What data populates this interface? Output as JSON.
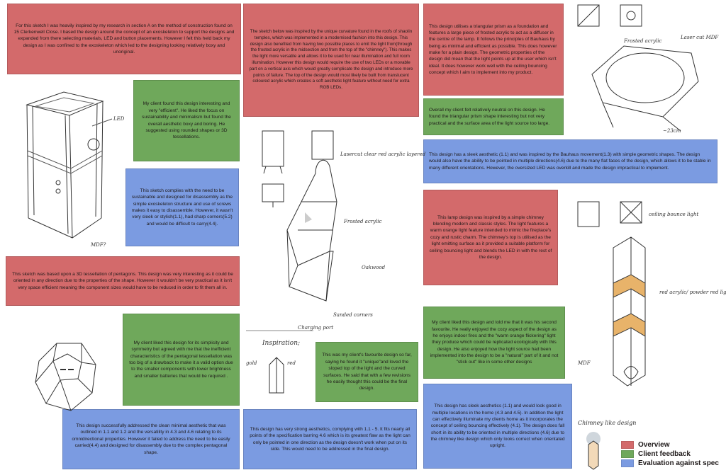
{
  "boxes": {
    "overview_exoskeleton": "For this sketch I was heavily inspired by my research in section A on the method of construction found on 15 Clerkenwell Close. I based the design around the concept of an exoskeleton to support the designs and expanded from there selecting materials, LED and button placements. However I felt this held back my design as I was confined to the exoskeleton which led to the designing looking relatively boxy and unoriginal.",
    "overview_shaolin": "The sketch below was inspired by the unique curvature found in the roofs of shaolin temples, which was implemented in a modernised fashion into this design. This design also benefited from having two possible places to emit the light from(through the frosted acrylic in the midsection and from the top of the \"chimney\"). This makes the light more versatile and allows it to be used for near illumination and full room illumination. However this design would require the use of two LEDs or a movable part on a vertical axis which would greatly complicate the design and introduce more points of failure. The top of the design would most likely be built from translucent coloured acrylic which creates a soft aesthetic light feature without need for extra RGB LEDs.",
    "overview_prism": "This design utilises a triangular prism as a foundation and features a large piece of frosted acrylic to act as a diffuser in the centre of the lamp. It follows the principles of Bauhaus by being as minimal and efficient as possible. This does however make for a plain design. The geometric properties of the design did mean that the light points up at the user which isn't ideal. It does however work well with the ceiling bouncing concept which I aim to implement into my product.",
    "feedback_prism": "Overall my client felt relatively neutral on this design. He found the triangular prism shape interesting but not very practical and the surface area of the light source too large.",
    "feedback_exoskeleton": "My client found this design interesting and very \"efficient\". He liked the focus on sustainability and minimalism but found the overall aesthetic boxy and boring. He suggested using rounded shapes or 3D tessellations.",
    "eval_exoskeleton": "This sketch complies with the need to be sustainable and designed for disassembly as the simple exoskeleton structure and use of screws makes it easy to disassemble. However, it wasn't very sleek or stylish(1.1), had sharp corners(5.2) and would be difficult to carry(4.4).",
    "eval_prism": "This design has a sleek aesthetic (1.1) and was inspired by the Bauhaus movement(1.3) with simple geometric shapes. The design would also have the ability to be pointed in multiple directions(4.6) due to the many flat faces of the design, which allows it to be stable in many different orientations. However, the oversized LED was overkill and made the design impractical to implement.",
    "overview_chimney": "This lamp design was inspired by a simple chimney blending modern and classic styles. The light features a warm orange light feature intended to mimic the fireplace's cozy and rustic charm. The chimney's top is utilised as the light emitting surface as it provided a suitable platform for ceiling bouncing light and blends the LED in with the rest of the design.",
    "feedback_chimney": "My client liked this design and told me that it was his second favourite. He really enjoyed the cozy aspect of the design as he enjoys indoor fires and the \"warm orange flickering\" light they produce which could be replicated ecologically with this design. He also enjoyed how the light source had been implemented into the design to be a \"natural\" part of it and not \"stick out\" like in some other designs",
    "eval_chimney": "This design has sleek aesthetics (1.1) and would look good in multiple locations in the home (4.3 and 4.5). In addition the light can effectively illuminate my clients home as it incorporates the concept of ceiling bouncing effectively (4.1). The design does fall short in its ability to be oriented in multiple directions (4.6) due to the chimney like design which only looks correct when orientated upright.",
    "overview_pentagon": "This sketch was based upon a 3D tessellation of pentagons. This design was very interesting as it could be oriented in any direction due to the properties of the shape. However it wouldn't be very practical as it isn't very space efficient meaning the component sizes would have to be reduced in order to fit them all in.",
    "feedback_pentagon": "My client liked this design for its simplicity and symmetry but agreed with me that the inefficient characteristics of the pentagonal tessellation was too big of a drawback to make it a valid option due to the smaller components with lower brightness and smaller batteries that would be required .",
    "eval_pentagon": "This design successfully addressed the clean minimal aesthetic that was outlined in 1.1 and 1.2 and the versatility in 4.3 and 4.6 relating to its omnidirectional properties. However it failed to address the need to be easily carried(4.4) and designed for disassembly due to the complex pentagonal shape.",
    "feedback_shaolin": "This was my client's favourite design so far, saying he found it \"unique\"and loved the sloped top of the light and the curved surfaces. He said that with a few revisions he easily thought this could be the final design.",
    "eval_shaolin": "This design has very strong aesthetics, complying with 1.1 - 5. It fits nearly all points of the specification barring 4.6 which is its greatest flaw as the light can only be pointed in one direction as the design doesn't work when put on its side. This would need to be addressed in the final design."
  },
  "annotations": {
    "exo_led": "LED",
    "exo_mdf": "MDF?",
    "shaolin_top": "Lasercut clear red acrylic layered",
    "shaolin_frosted": "Frosted acrylic",
    "shaolin_oak": "Oakwood",
    "shaolin_corners": "Sanded corners",
    "shaolin_port": "Charging port",
    "inspiration_title": "Inspiration;",
    "inspiration_gold": "gold",
    "inspiration_red": "red",
    "prism_frosted": "Frosted acrylic",
    "prism_mdf": "Laser cut MDF",
    "prism_size": "~23cm",
    "chimney_top": "ceiling bounce light",
    "chimney_acrylic": "red acrylic/ powder red light",
    "chimney_mdf": "MDF",
    "chimney_small_label": "Chimney like design"
  },
  "legend": [
    {
      "label": "Overview",
      "color": "#d36a6b"
    },
    {
      "label": "Client feedback",
      "color": "#6fa85b"
    },
    {
      "label": "Evaluation against spec",
      "color": "#7b9be1"
    }
  ]
}
